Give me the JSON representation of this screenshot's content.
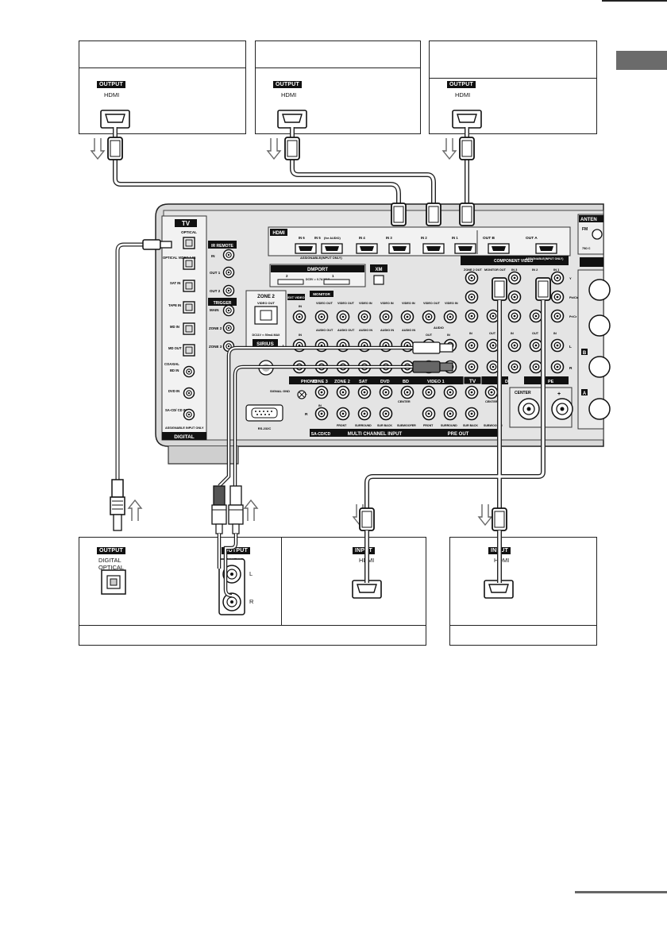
{
  "devices_top": [
    {
      "connector_type": "OUTPUT",
      "port": "HDMI"
    },
    {
      "connector_type": "OUTPUT",
      "port": "HDMI"
    },
    {
      "connector_type": "OUTPUT",
      "port": "HDMI"
    }
  ],
  "devices_bottom": [
    {
      "connector_type": "OUTPUT",
      "port": "DIGITAL OPTICAL"
    },
    {
      "connector_type": "OUTPUT",
      "port": "AUDIO",
      "left": "L",
      "right": "R"
    },
    {
      "connector_type": "INPUT",
      "port": "HDMI"
    },
    {
      "connector_type": "INPUT",
      "port": "HDMI"
    }
  ],
  "receiver": {
    "tv_section": "TV",
    "optical": "OPTICAL",
    "ir_remote": "IR REMOTE",
    "ir_in": "IN",
    "ir_out1": "OUT 1",
    "ir_out2": "OUT 2",
    "trigger": "TRIGGER",
    "trigger_main": "MAIN",
    "trigger_zone2": "ZONE 2",
    "trigger_zone3": "ZONE 3",
    "optical_video1": "OPTICAL VIDEO 1 IN",
    "sat_in": "SAT IN",
    "tape_in": "TAPE IN",
    "md_in": "MD IN",
    "md_out": "MD OUT",
    "coaxial": "COAXIAL",
    "bd_in": "BD IN",
    "dvd_in": "DVD IN",
    "sacd_in": "SA-CD/ CD IN",
    "assignable_input": "ASSIGNABLE INPUT ONLY",
    "digital": "DIGITAL",
    "hdmi": "HDMI",
    "hdmi_in6": "IN 6",
    "hdmi_in5": "IN 5",
    "hdmi_in5_note": "(for AUDIO)",
    "hdmi_in4": "IN 4",
    "hdmi_in3": "IN 3",
    "hdmi_in2": "IN 2",
    "hdmi_in1": "IN 1",
    "hdmi_outb": "OUT B",
    "hdmi_outa": "OUT A",
    "assignable_hdmi": "ASSIGNABLE(INPUT ONLY)",
    "dmport": "DMPORT",
    "dmport_2": "2",
    "dmport_1": "1",
    "dmport_power": "DC5V ⎓ 0.7A MAX",
    "xm": "XM",
    "zone2": "ZONE 2",
    "zone2_video_out": "VIDEO OUT",
    "sirius_power": "DC11V ⎓ 50mA MAX",
    "sirius": "SIRIUS",
    "ext_video": "EXT VIDEO",
    "monitor": "MONITOR",
    "video_out": "VIDEO OUT",
    "video_in": "VIDEO IN",
    "audio_out": "AUDIO OUT",
    "audio_in": "AUDIO IN",
    "audio": "AUDIO",
    "in": "IN",
    "out": "OUT",
    "phono": "PHONO",
    "zone3": "ZONE 3",
    "sat": "SAT",
    "dvd": "DVD",
    "bd": "BD",
    "video1": "VIDEO 1",
    "tv": "TV",
    "signal_gnd": "SIGNAL GND",
    "rs232c": "RS-232C",
    "front": "FRONT",
    "surround": "SURROUND",
    "surr_back": "SUR BACK",
    "subwoofer": "SUBWOOFER",
    "center": "CENTER",
    "sacd_cd": "SA-CD/CD",
    "multi_channel_input": "MULTI CHANNEL INPUT",
    "pre_out": "PRE OUT",
    "component_video": "COMPONENT VIDEO",
    "comp_zone2": "ZONE 2 OUT",
    "comp_monitor": "MONITOR OUT",
    "comp_in3": "IN 3",
    "comp_in2": "IN 2",
    "comp_in1": "IN 1",
    "assignable_comp": "ASSIGNABLE(INPUT ONLY)",
    "antenna": "ANTEN",
    "fm": "FM",
    "fm_ohm": "75Ω C",
    "y": "Y",
    "pb": "Pb/Cb",
    "pr": "Pr/Cr",
    "l": "L",
    "r": "R",
    "d_partial": "D",
    "pe_partial": "PE",
    "speaker_b": "B",
    "speaker_a": "A",
    "plus": "+"
  },
  "colors": {
    "line": "#222222",
    "panel": "#d9d9d9",
    "panel_dark": "#bfbfbf",
    "label_bg": "#111111",
    "side_tab": "#6b6b6b"
  }
}
